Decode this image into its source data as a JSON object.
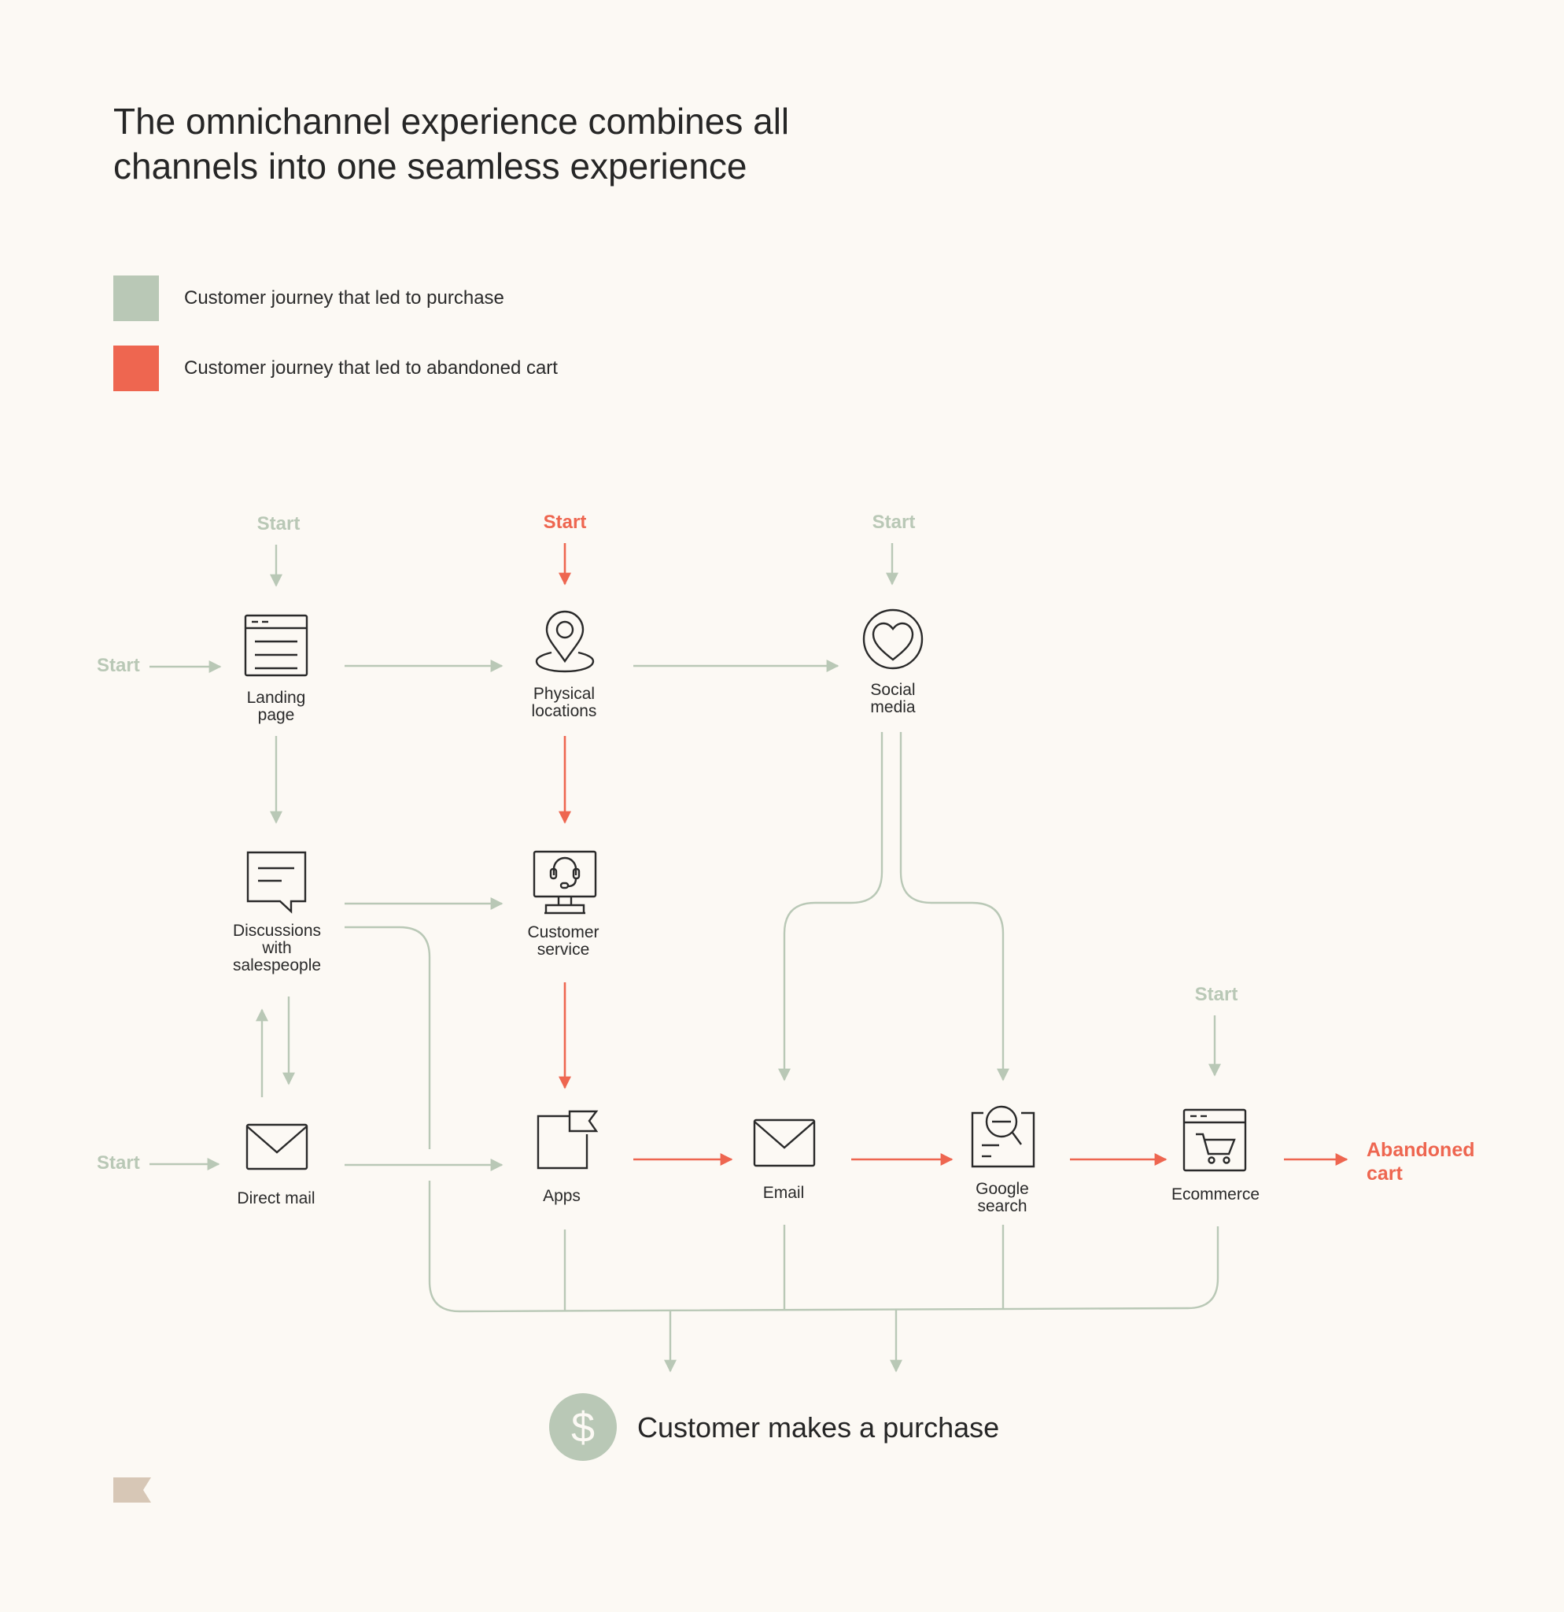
{
  "title": "The omnichannel experience combines all channels into one seamless experience",
  "colors": {
    "purchase_path": "#b9c8b6",
    "abandoned_path": "#ee6650",
    "icon_stroke": "#2a2a2a",
    "background": "#fcf9f4",
    "flag": "#d7c7b6"
  },
  "legend": [
    {
      "label": "Customer journey that led to purchase",
      "color": "#b9c8b6"
    },
    {
      "label": "Customer journey that led to abandoned cart",
      "color": "#ee6650"
    }
  ],
  "start_label": "Start",
  "nodes": {
    "landing_page": {
      "line1": "Landing",
      "line2": "page",
      "icon": "browser-window-icon"
    },
    "physical_locations": {
      "line1": "Physical",
      "line2": "locations",
      "icon": "map-pin-icon"
    },
    "social_media": {
      "line1": "Social",
      "line2": "media",
      "icon": "heart-circle-icon"
    },
    "discussions": {
      "line1": "Discussions",
      "line2": "with",
      "line3": "salespeople",
      "icon": "chat-bubble-icon"
    },
    "customer_service": {
      "line1": "Customer",
      "line2": "service",
      "icon": "headset-monitor-icon"
    },
    "direct_mail": {
      "line1": "Direct mail",
      "icon": "envelope-icon"
    },
    "apps": {
      "line1": "Apps",
      "icon": "app-flag-icon"
    },
    "email": {
      "line1": "Email",
      "icon": "envelope-icon"
    },
    "google_search": {
      "line1": "Google",
      "line2": "search",
      "icon": "magnifier-document-icon"
    },
    "ecommerce": {
      "line1": "Ecommerce",
      "icon": "shopping-cart-window-icon"
    }
  },
  "abandoned": {
    "line1": "Abandoned",
    "line2": "cart"
  },
  "purchase": {
    "label": "Customer makes a purchase",
    "icon_glyph": "$"
  }
}
